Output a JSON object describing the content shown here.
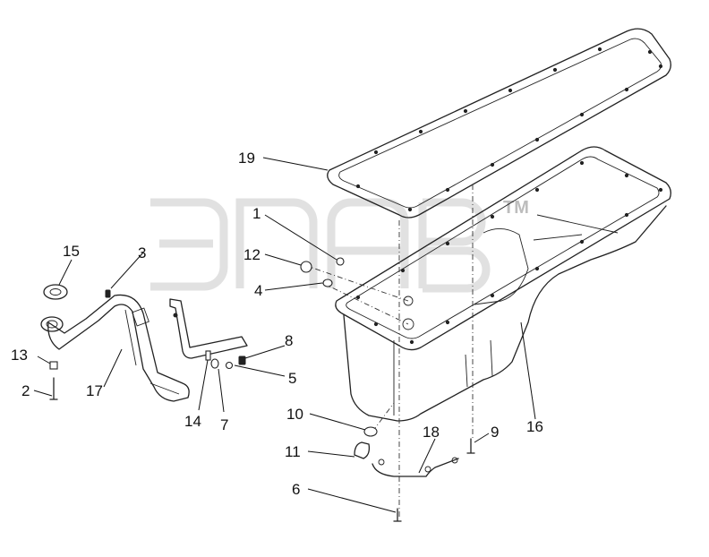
{
  "diagram": {
    "part_numbers": [
      {
        "id": "1",
        "label": "1"
      },
      {
        "id": "2",
        "label": "2"
      },
      {
        "id": "3",
        "label": "3"
      },
      {
        "id": "4",
        "label": "4"
      },
      {
        "id": "5",
        "label": "5"
      },
      {
        "id": "6",
        "label": "6"
      },
      {
        "id": "7",
        "label": "7"
      },
      {
        "id": "8",
        "label": "8"
      },
      {
        "id": "9",
        "label": "9"
      },
      {
        "id": "10",
        "label": "10"
      },
      {
        "id": "11",
        "label": "11"
      },
      {
        "id": "12",
        "label": "12"
      },
      {
        "id": "13",
        "label": "13"
      },
      {
        "id": "14",
        "label": "14"
      },
      {
        "id": "15",
        "label": "15"
      },
      {
        "id": "16",
        "label": "16"
      },
      {
        "id": "17",
        "label": "17"
      },
      {
        "id": "18",
        "label": "18"
      },
      {
        "id": "19",
        "label": "19"
      }
    ],
    "watermark": {
      "trademark": "TM"
    }
  },
  "colors": {
    "line": "#222222",
    "watermark": "#c9c9c9",
    "background": "#ffffff"
  }
}
